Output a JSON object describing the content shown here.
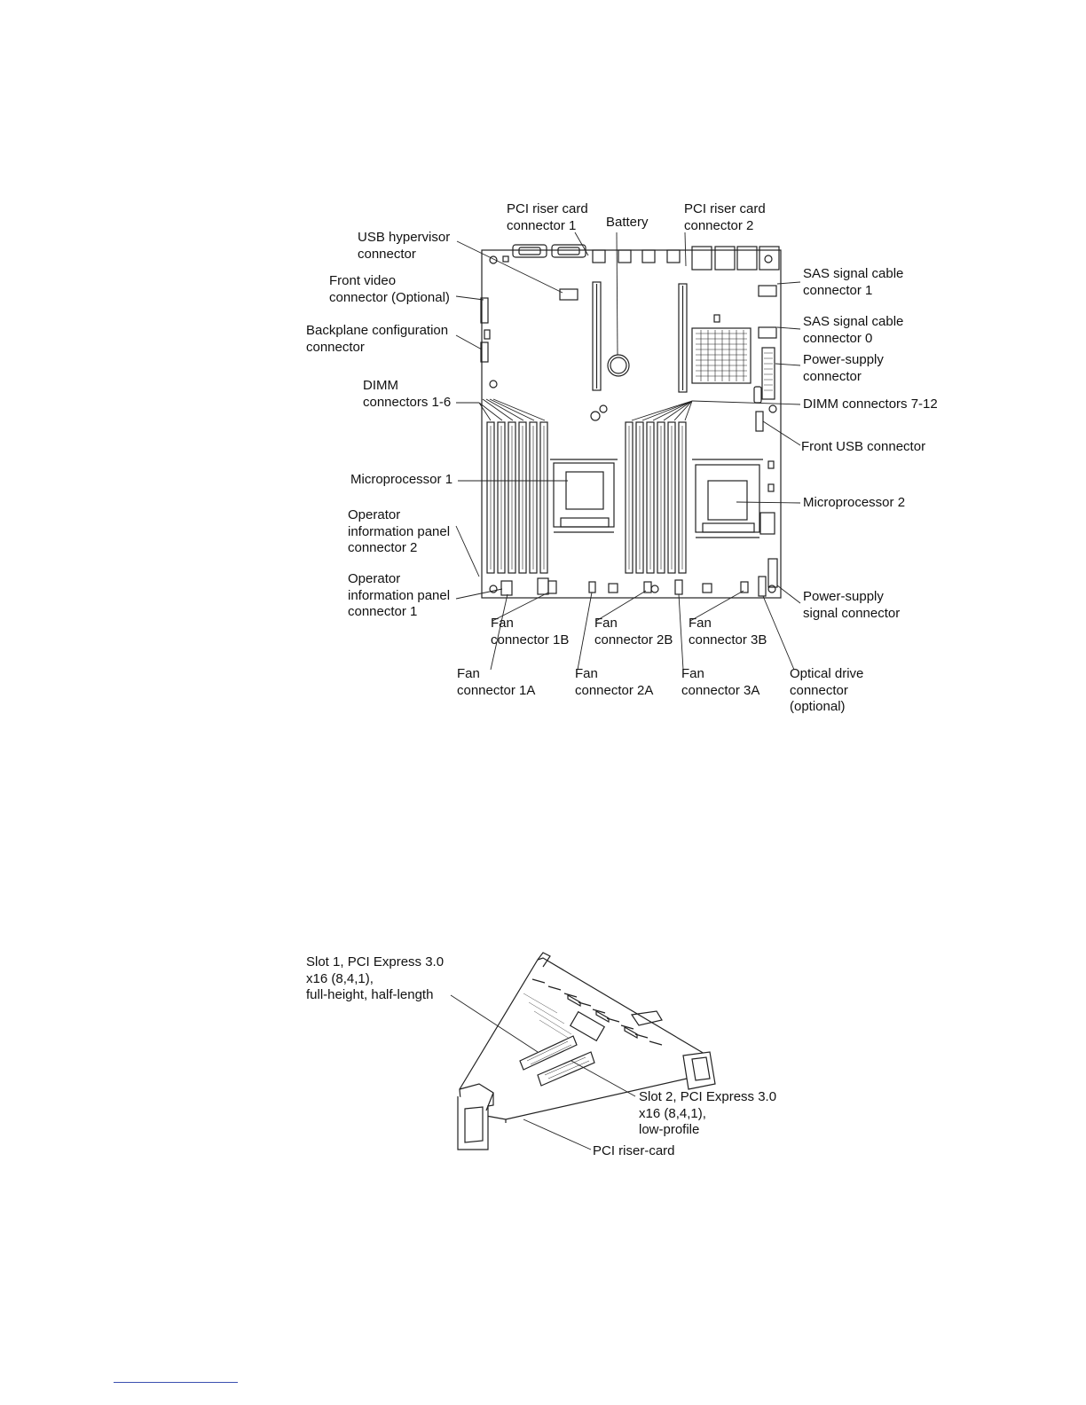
{
  "figure1": {
    "labels": {
      "pci_riser_1": "PCI riser card\nconnector 1",
      "battery": "Battery",
      "pci_riser_2": "PCI riser card\nconnector 2",
      "usb_hypervisor": "USB hypervisor\nconnector",
      "front_video": "Front video\nconnector (Optional)",
      "backplane_config": "Backplane configuration\nconnector",
      "dimm_1_6": "DIMM\nconnectors 1-6",
      "microprocessor_1": "Microprocessor 1",
      "op_panel_2": "Operator\ninformation panel\nconnector 2",
      "op_panel_1": "Operator\ninformation panel\nconnector 1",
      "sas_1": "SAS signal cable\nconnector 1",
      "sas_0": "SAS signal cable\nconnector 0",
      "power_supply": "Power-supply\nconnector",
      "dimm_7_12": "DIMM connectors 7-12",
      "front_usb": "Front USB connector",
      "microprocessor_2": "Microprocessor 2",
      "ps_signal": "Power-supply\nsignal connector",
      "fan_1b": "Fan\nconnector 1B",
      "fan_2b": "Fan\nconnector 2B",
      "fan_3b": "Fan\nconnector 3B",
      "fan_1a": "Fan\nconnector 1A",
      "fan_2a": "Fan\nconnector 2A",
      "fan_3a": "Fan\nconnector 3A",
      "optical": "Optical drive\nconnector\n(optional)"
    }
  },
  "figure2": {
    "labels": {
      "slot1": "Slot  1,  PCI  Express 3.0\nx16 (8,4,1),\nfull-height, half-length",
      "slot2": "Slot  2, PCI  Express 3.0\nx16 (8,4,1),\nlow-profile",
      "riser": "PCI riser-card"
    }
  }
}
